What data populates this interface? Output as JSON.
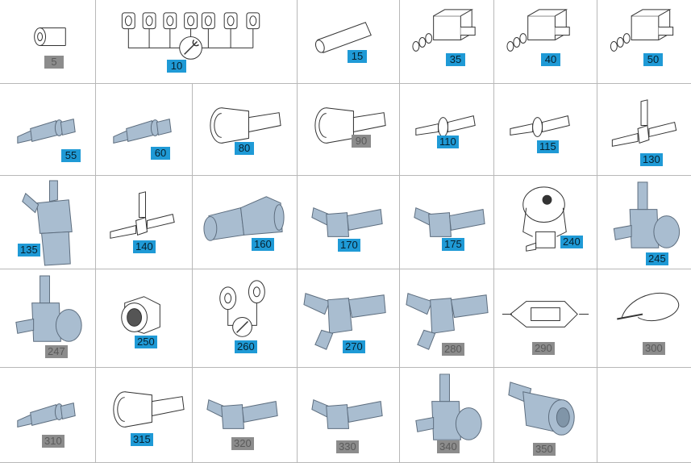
{
  "colors": {
    "active": "#1f9ad6",
    "inactive": "#8c8c8c",
    "part_fill": "#a9bdd0",
    "part_stroke": "#5d6d7e",
    "line": "#333333"
  },
  "rows": [
    {
      "cells": [
        {
          "label": "5",
          "state": "inactive",
          "icon": "tube-sleeve-icon"
        },
        {
          "label": "10",
          "state": "active",
          "icon": "nut-set-wrench-icon"
        },
        {
          "label": "15",
          "state": "active",
          "icon": "rubber-hose-icon"
        },
        {
          "label": "35",
          "state": "active",
          "icon": "tee-body-icon"
        },
        {
          "label": "40",
          "state": "active",
          "icon": "tee-body-icon"
        },
        {
          "label": "50",
          "state": "active",
          "icon": "tee-body-icon"
        }
      ]
    },
    {
      "cells": [
        {
          "label": "55",
          "state": "active",
          "icon": "hose-barb-icon"
        },
        {
          "label": "60",
          "state": "active",
          "icon": "hose-barb-icon"
        },
        {
          "label": "80",
          "state": "active",
          "icon": "quick-coupler-icon"
        },
        {
          "label": "90",
          "state": "inactive",
          "icon": "quick-coupler-icon"
        },
        {
          "label": "110",
          "state": "active",
          "icon": "straight-connector-icon"
        },
        {
          "label": "115",
          "state": "active",
          "icon": "straight-connector-icon"
        },
        {
          "label": "130",
          "state": "active",
          "icon": "tee-connector-icon"
        }
      ]
    },
    {
      "cells": [
        {
          "label": "135",
          "state": "active",
          "icon": "tee-block-icon"
        },
        {
          "label": "140",
          "state": "active",
          "icon": "tee-connector-icon"
        },
        {
          "label": "160",
          "state": "active",
          "icon": "y-connector-icon"
        },
        {
          "label": "170",
          "state": "active",
          "icon": "elbow-connector-icon"
        },
        {
          "label": "175",
          "state": "active",
          "icon": "elbow-connector-icon"
        },
        {
          "label": "240",
          "state": "active",
          "icon": "valve-icon"
        },
        {
          "label": "245",
          "state": "active",
          "icon": "elbow-clip-icon"
        }
      ]
    },
    {
      "cells": [
        {
          "label": "247",
          "state": "inactive",
          "icon": "elbow-clip-icon"
        },
        {
          "label": "250",
          "state": "active",
          "icon": "threaded-nut-icon"
        },
        {
          "label": "260",
          "state": "active",
          "icon": "washer-wrench-icon"
        },
        {
          "label": "270",
          "state": "active",
          "icon": "y-elbow-icon"
        },
        {
          "label": "280",
          "state": "inactive",
          "icon": "y-elbow-icon"
        },
        {
          "label": "290",
          "state": "inactive",
          "icon": "bracket-icon"
        },
        {
          "label": "300",
          "state": "inactive",
          "icon": "cable-tie-icon"
        }
      ]
    },
    {
      "cells": [
        {
          "label": "310",
          "state": "inactive",
          "icon": "hose-barb-icon"
        },
        {
          "label": "315",
          "state": "active",
          "icon": "quick-coupler-icon"
        },
        {
          "label": "320",
          "state": "inactive",
          "icon": "elbow-connector-icon"
        },
        {
          "label": "330",
          "state": "inactive",
          "icon": "elbow-connector-icon"
        },
        {
          "label": "340",
          "state": "inactive",
          "icon": "elbow-clip-icon"
        },
        {
          "label": "350",
          "state": "inactive",
          "icon": "cap-nut-icon"
        },
        {
          "label": "",
          "state": "empty",
          "icon": ""
        }
      ]
    }
  ]
}
